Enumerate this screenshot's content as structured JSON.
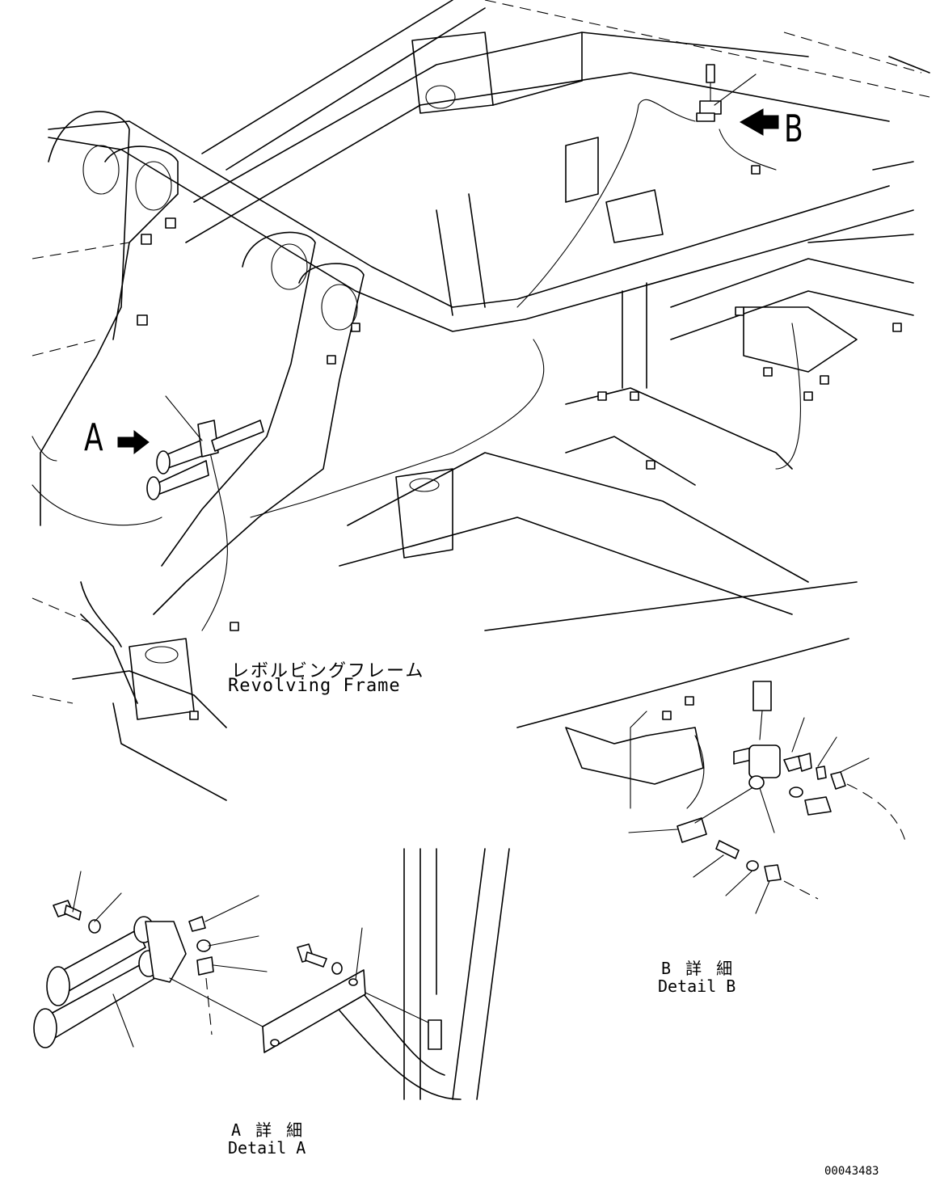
{
  "callouts": {
    "a_letter": "A",
    "b_letter": "B"
  },
  "frame_label": {
    "jp": "レボルビングフレーム",
    "en": "Revolving Frame"
  },
  "detail_a": {
    "jp": "A 詳 細",
    "en": "Detail A"
  },
  "detail_b": {
    "jp": "B 詳 細",
    "en": "Detail B"
  },
  "drawing_number": "00043483"
}
